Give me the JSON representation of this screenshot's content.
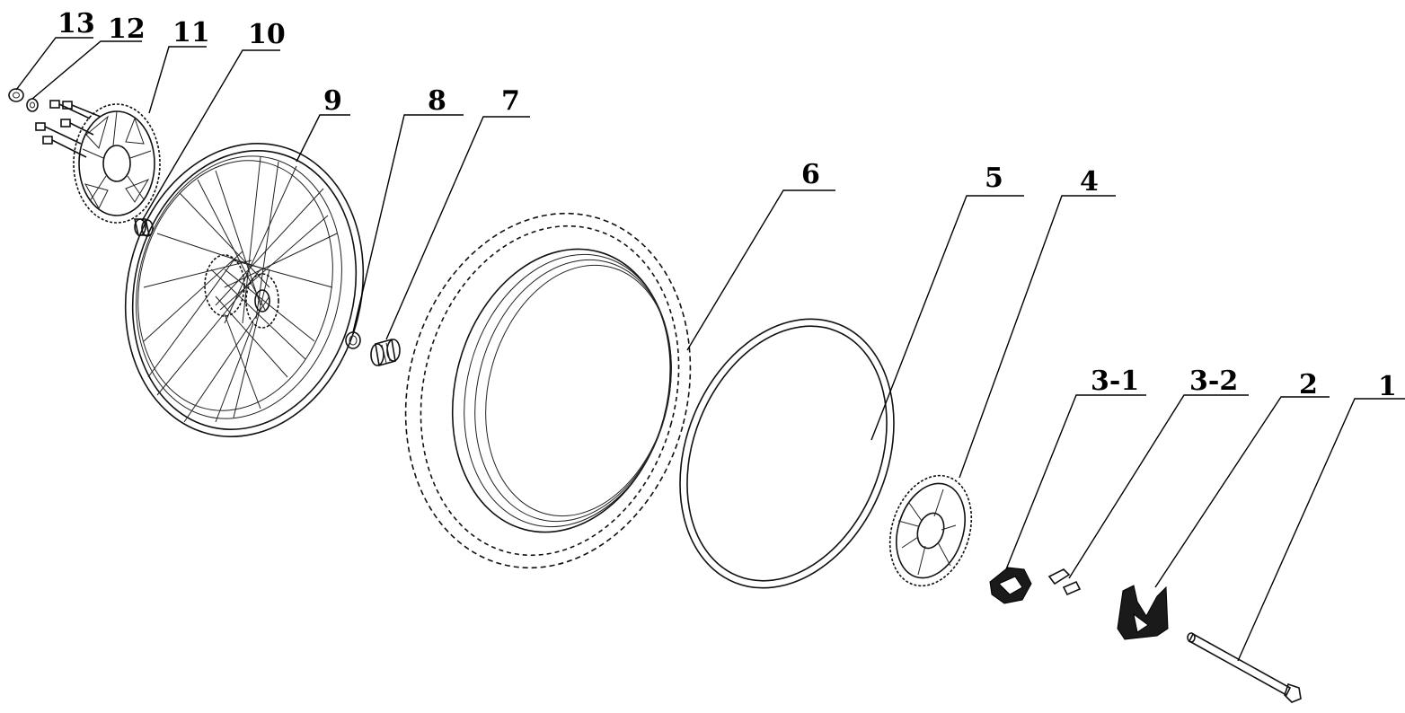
{
  "callouts": {
    "p1": "1",
    "p2": "2",
    "p3_1": "3-1",
    "p3_2": "3-2",
    "p4": "4",
    "p5": "5",
    "p6": "6",
    "p7": "7",
    "p8": "8",
    "p9": "9",
    "p10": "10",
    "p11": "11",
    "p12": "12",
    "p13": "13"
  },
  "colors": {
    "line": "#000000",
    "background": "#ffffff"
  }
}
